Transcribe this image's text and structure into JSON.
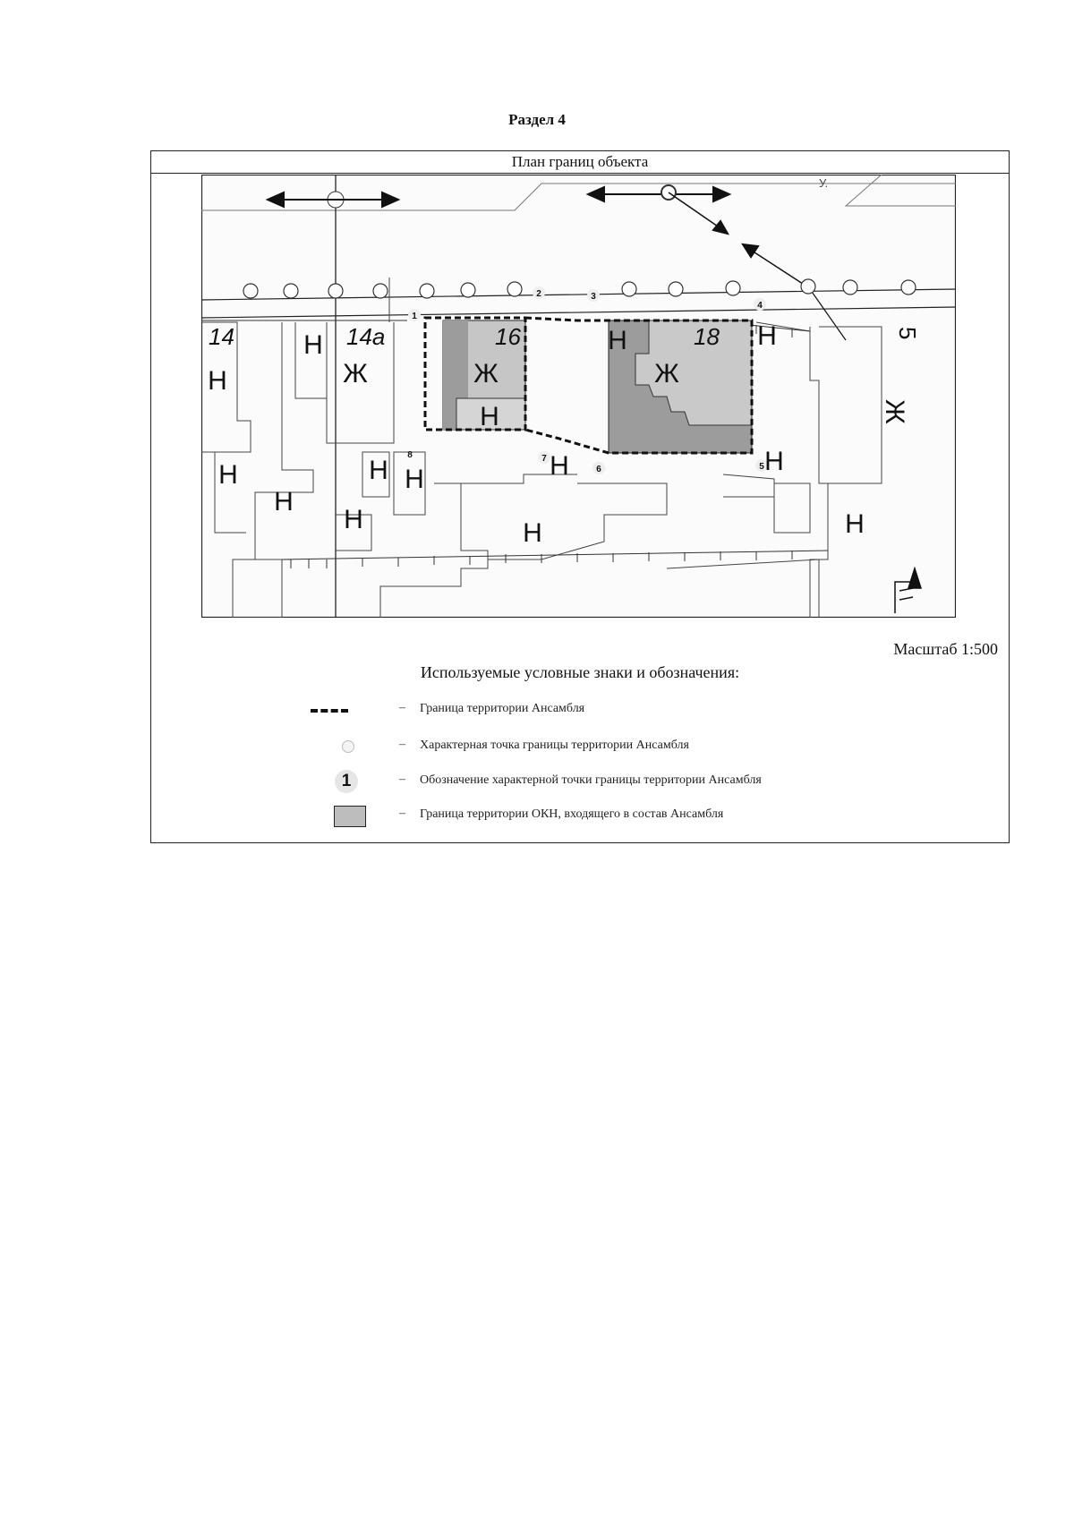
{
  "page": {
    "section_title": "Раздел 4"
  },
  "plan": {
    "header": "План границ объекта",
    "scale": "Масштаб 1:500"
  },
  "map": {
    "street_label": "У.",
    "house_numbers": [
      "14",
      "14а",
      "16",
      "18",
      "5"
    ],
    "boundary_points": [
      "1",
      "2",
      "3",
      "4",
      "5",
      "6",
      "7",
      "8"
    ],
    "building_types": {
      "residential": "Ж",
      "non_residential": "Н"
    },
    "colors": {
      "okn_fill": "#9c9c9c",
      "okn_fill_light": "#c6c6c6",
      "boundary": "#111111"
    }
  },
  "legend": {
    "title": "Используемые условные знаки и обозначения:",
    "items": [
      {
        "symbol": "boundary-line",
        "dash": "–",
        "text": "Граница территории Ансамбля"
      },
      {
        "symbol": "boundary-point",
        "dash": "–",
        "text": "Характерная точка границы территории Ансамбля"
      },
      {
        "symbol": "point-number",
        "symbol_text": "1",
        "dash": "–",
        "text": "Обозначение характерной точки границы территории Ансамбля"
      },
      {
        "symbol": "okn-area",
        "dash": "–",
        "text": "Граница территории ОКН, входящего в состав Ансамбля"
      }
    ]
  }
}
